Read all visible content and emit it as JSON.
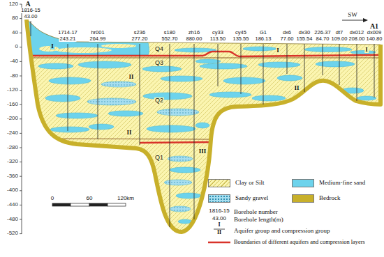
{
  "diagram": {
    "labels": [
      "120",
      "80",
      "40",
      "0",
      "-40",
      "-80",
      "-120",
      "-160",
      "-200",
      "-240",
      "-280",
      "-320",
      "-360",
      "-400",
      "-440",
      "-480",
      "-520",
      "A",
      "A1",
      "SW",
      "1816-15",
      "43.00",
      "1714-17",
      "243.21",
      "hr001",
      "264.99",
      "s236",
      "277.20",
      "s180",
      "552.70",
      "zh16",
      "880.00",
      "cy33",
      "113.50",
      "cy45",
      "135.55",
      "G1",
      "186.13",
      "dx6",
      "77.60",
      "dx30",
      "155.54",
      "226-37",
      "84.70",
      "dt7",
      "109.00",
      "dx012",
      "208.00",
      "dx009",
      "140.80",
      "Q4",
      "Q3",
      "Q2",
      "Q1",
      "I",
      "I",
      "I",
      "II",
      "II",
      "II",
      "III",
      "0",
      "60",
      "120km",
      "1816-15",
      "43.00",
      "I",
      "II"
    ],
    "legend": [
      {
        "text": "Clay or Silt",
        "color": "#fbf5b0"
      },
      {
        "text": "Medium-fine sand",
        "color": "#6dd3ec"
      },
      {
        "text": "Sandy gravel",
        "color": "#a6def0"
      },
      {
        "text": "Bedrock",
        "color": "#c8b02a"
      },
      {
        "text": "Borehole number"
      },
      {
        "text": "Borehole length(m)"
      },
      {
        "text": "Aquifer group and compression group"
      },
      {
        "text": "Boundaries of different aquifers and compression layers"
      }
    ]
  }
}
